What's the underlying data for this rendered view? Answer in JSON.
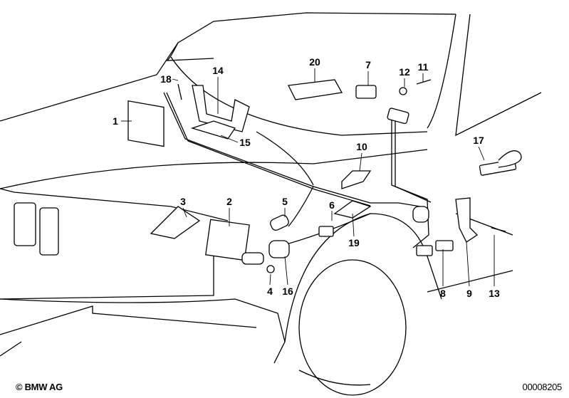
{
  "diagram": {
    "part_labels": [
      "1",
      "2",
      "3",
      "4",
      "5",
      "6",
      "7",
      "8",
      "9",
      "10",
      "11",
      "12",
      "13",
      "14",
      "15",
      "16",
      "17",
      "18",
      "19",
      "20"
    ]
  },
  "footer": {
    "copyright": "© BMW AG",
    "diagram_code": "00008205"
  },
  "colors": {
    "line": "#000000",
    "background": "#ffffff"
  }
}
